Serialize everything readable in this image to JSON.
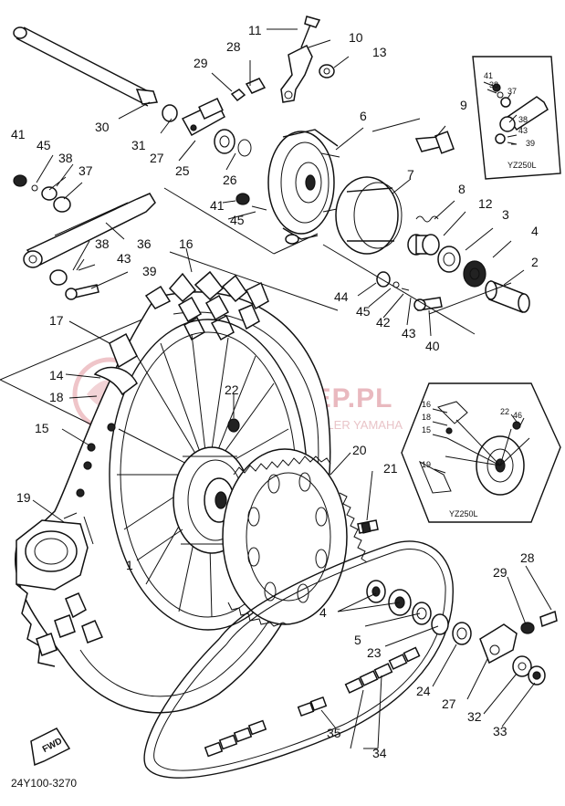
{
  "watermark": {
    "main": "YAMASKLEP.PL",
    "sub": "JUŻ OD 2000 R.   |   DEALER YAMAHA"
  },
  "drawing_code": "24Y100-3270",
  "fwd_label": "FWD",
  "inset_labels": {
    "top_right": "YZ250L",
    "bottom_right": "YZ250L"
  },
  "top_inset_numbers": [
    "41",
    "38",
    "37",
    "38",
    "43",
    "39"
  ],
  "bottom_inset_numbers": [
    "16",
    "18",
    "15",
    "22",
    "46",
    "19"
  ],
  "callouts": {
    "n11": "11",
    "n10": "10",
    "n13": "13",
    "n28a": "28",
    "n29a": "29",
    "n30": "30",
    "n31": "31",
    "n27a": "27",
    "n25": "25",
    "n26": "26",
    "n6": "6",
    "n9": "9",
    "n41a": "41",
    "n45a": "45",
    "n38a": "38",
    "n37a": "37",
    "n41b": "41",
    "n45b": "45",
    "n7": "7",
    "n8": "8",
    "n12": "12",
    "n3": "3",
    "n4a": "4",
    "n2": "2",
    "n36": "36",
    "n38b": "38",
    "n43a": "43",
    "n39": "39",
    "n16": "16",
    "n44": "44",
    "n45c": "45",
    "n42": "42",
    "n43b": "43",
    "n40": "40",
    "n17": "17",
    "n14": "14",
    "n18": "18",
    "n22": "22",
    "n15": "15",
    "n20": "20",
    "n21": "21",
    "n19": "19",
    "n1": "1",
    "n28b": "28",
    "n29b": "29",
    "n4b": "4",
    "n5": "5",
    "n23": "23",
    "n24": "24",
    "n27b": "27",
    "n32": "32",
    "n33": "33",
    "n35": "35",
    "n34": "34"
  }
}
